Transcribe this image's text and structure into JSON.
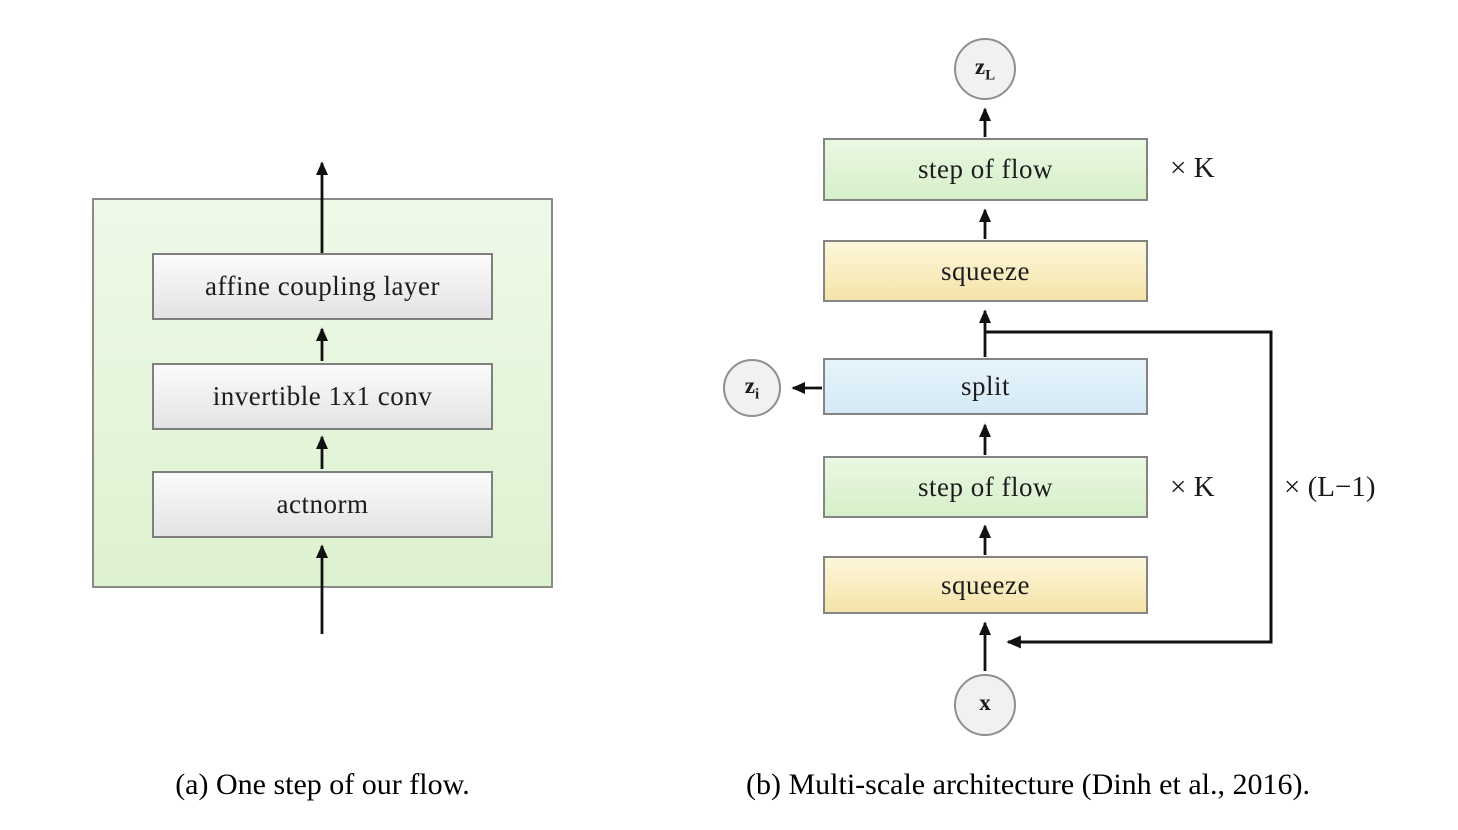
{
  "panel_a": {
    "caption": "(a) One step of our flow.",
    "boxes": [
      {
        "label": "affine coupling layer"
      },
      {
        "label": "invertible 1x1 conv"
      },
      {
        "label": "actnorm"
      }
    ]
  },
  "panel_b": {
    "caption": "(b) Multi-scale architecture (Dinh et al., 2016).",
    "boxes": [
      {
        "label": "step of flow",
        "type": "flow"
      },
      {
        "label": "squeeze",
        "type": "squeeze"
      },
      {
        "label": "split",
        "type": "split"
      },
      {
        "label": "step of flow",
        "type": "flow"
      },
      {
        "label": "squeeze",
        "type": "squeeze"
      }
    ],
    "circles": [
      {
        "label": "z",
        "sub": "L"
      },
      {
        "label": "z",
        "sub": "i"
      },
      {
        "label": "x",
        "sub": ""
      }
    ],
    "multipliers": [
      {
        "label": "× K"
      },
      {
        "label": "× K"
      },
      {
        "label": "× (L−1)"
      }
    ]
  },
  "colors": {
    "panel_green_fill": "#e6f6dc",
    "flow_box_fill": "#ddf2d2",
    "squeeze_box_fill": "#f9eec0",
    "split_box_fill": "#daedf8",
    "gray_box_fill": "#f0f0f2",
    "node_fill": "#f1f1f3",
    "box_border": "#848484",
    "line_color": "#111111"
  }
}
